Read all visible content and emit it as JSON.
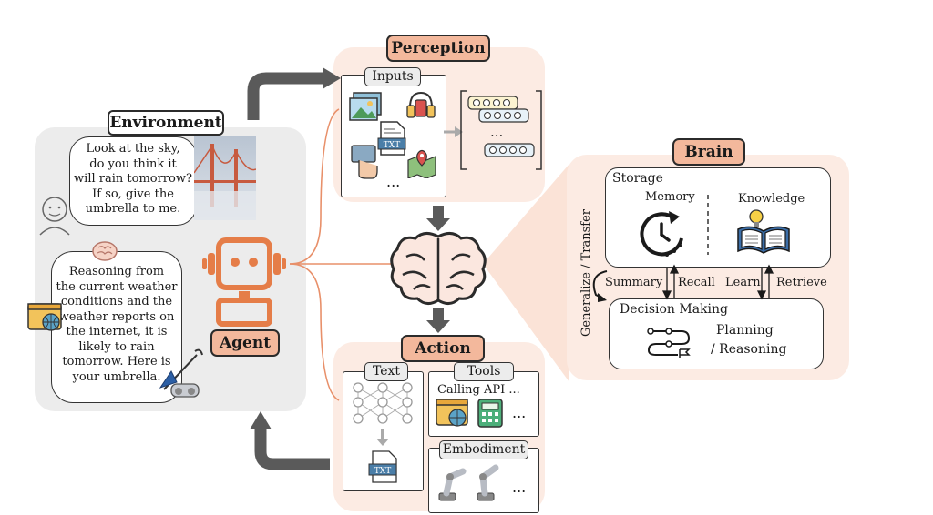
{
  "environment": {
    "label": "Environment",
    "user_message": [
      "Look at the sky,",
      "do you think it",
      "will rain tomorrow?",
      "If so, give the",
      "umbrella to me."
    ],
    "agent_message": [
      "Reasoning from",
      "the current weather",
      "conditions and the",
      "weather reports on",
      "the internet, it is",
      "likely to rain",
      "tomorrow. Here is",
      "your umbrella."
    ]
  },
  "agent": {
    "label": "Agent"
  },
  "perception": {
    "label": "Perception",
    "inputs_label": "Inputs",
    "txt_icon": "TXT",
    "ellipsis": "...",
    "embed_ellipsis": "..."
  },
  "brain": {
    "label": "Brain",
    "storage_label": "Storage",
    "memory_label": "Memory",
    "knowledge_label": "Knowledge",
    "generalize_label": "Generalize / Transfer",
    "summary_label": "Summary",
    "recall_label": "Recall",
    "learn_label": "Learn",
    "retrieve_label": "Retrieve",
    "decision_label": "Decision Making",
    "planning_label": "Planning",
    "reasoning_label": "/ Reasoning"
  },
  "action": {
    "label": "Action",
    "text_label": "Text",
    "tools_label": "Tools",
    "calling_api": "Calling API ...",
    "tools_ellipsis": "...",
    "embodiment_label": "Embodiment",
    "embodiment_ellipsis": "...",
    "txt_icon": "TXT"
  },
  "colors": {
    "accent": "#f3b89c",
    "panel_peach": "#fcebe3",
    "panel_gray": "#ececec",
    "arrow_gray": "#5a5a5a",
    "curve": "#e8906a"
  }
}
